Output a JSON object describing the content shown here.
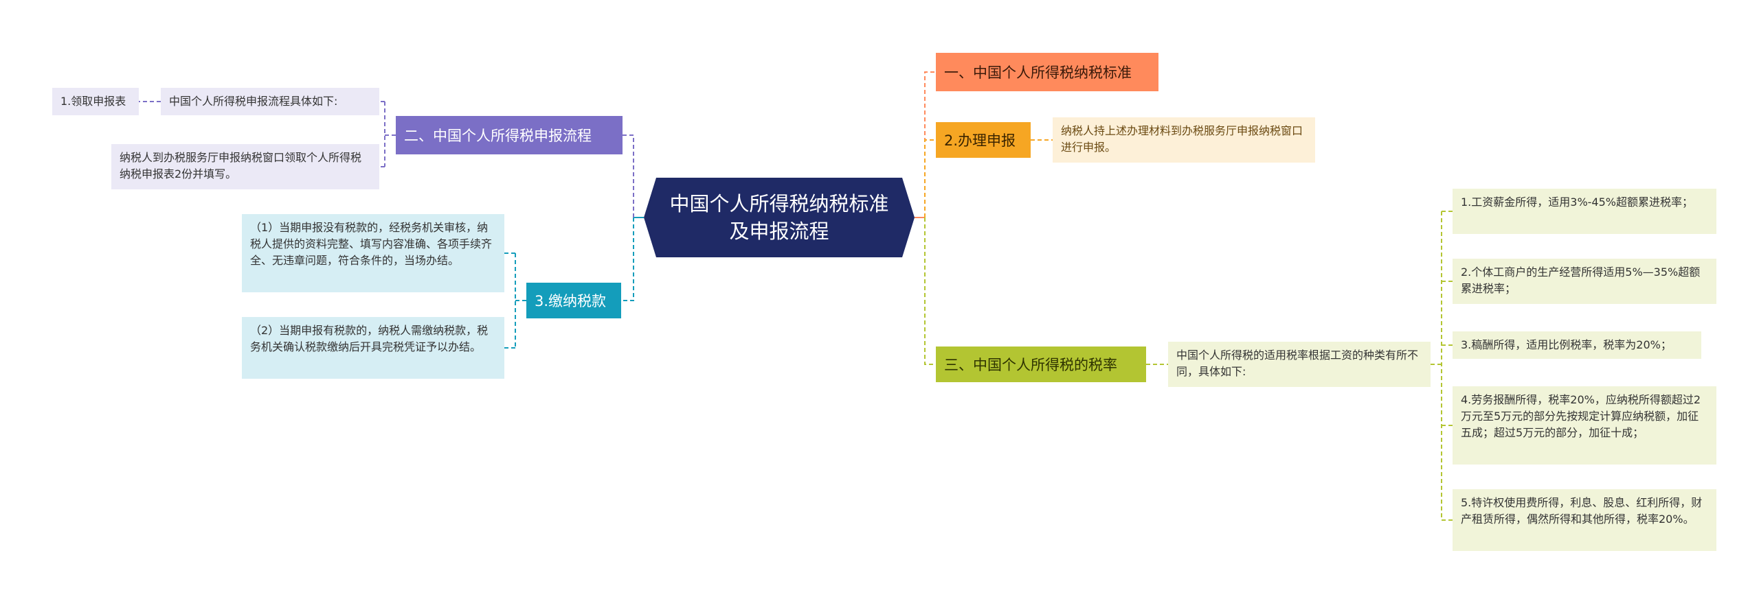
{
  "root": {
    "title": "中国个人所得税纳税标准及申报流程"
  },
  "right": {
    "standard": {
      "label": "一、中国个人所得税纳税标准"
    },
    "apply": {
      "label": "2.办理申报",
      "desc": "纳税人持上述办理材料到办税服务厅申报纳税窗口进行申报。"
    },
    "rate": {
      "label": "三、中国个人所得税的税率",
      "desc": "中国个人所得税的适用税率根据工资的种类有所不同，具体如下:",
      "items": [
        "1.工资薪金所得，适用3%-45%超额累进税率；",
        "2.个体工商户的生产经营所得适用5%—35%超额累进税率；",
        "3.稿酬所得，适用比例税率，税率为20%；",
        "4.劳务报酬所得，税率20%，应纳税所得额超过2万元至5万元的部分先按规定计算应纳税额，加征五成；超过5万元的部分，加征十成；",
        "5.特许权使用费所得，利息、股息、红利所得，财产租赁所得，偶然所得和其他所得，税率20%。"
      ]
    }
  },
  "left": {
    "process": {
      "label": "二、中国个人所得税申报流程",
      "desc": "中国个人所得税申报流程具体如下:",
      "get_form": "1.领取申报表",
      "fill_form": "纳税人到办税服务厅申报纳税窗口领取个人所得税纳税申报表2份并填写。"
    },
    "pay": {
      "label": "3.缴纳税款",
      "items": [
        "（1）当期申报没有税款的，经税务机关审核，纳税人提供的资料完整、填写内容准确、各项手续齐全、无违章问题，符合条件的，当场办结。",
        "（2）当期申报有税款的，纳税人需缴纳税款，税务机关确认税款缴纳后开具完税凭证予以办结。"
      ]
    }
  },
  "colors": {
    "root": "#1f2a66",
    "standard": "#ff8a5c",
    "apply": "#f6a623",
    "rate": "#b3c532",
    "process": "#7b6fc6",
    "pay": "#149dbb"
  }
}
